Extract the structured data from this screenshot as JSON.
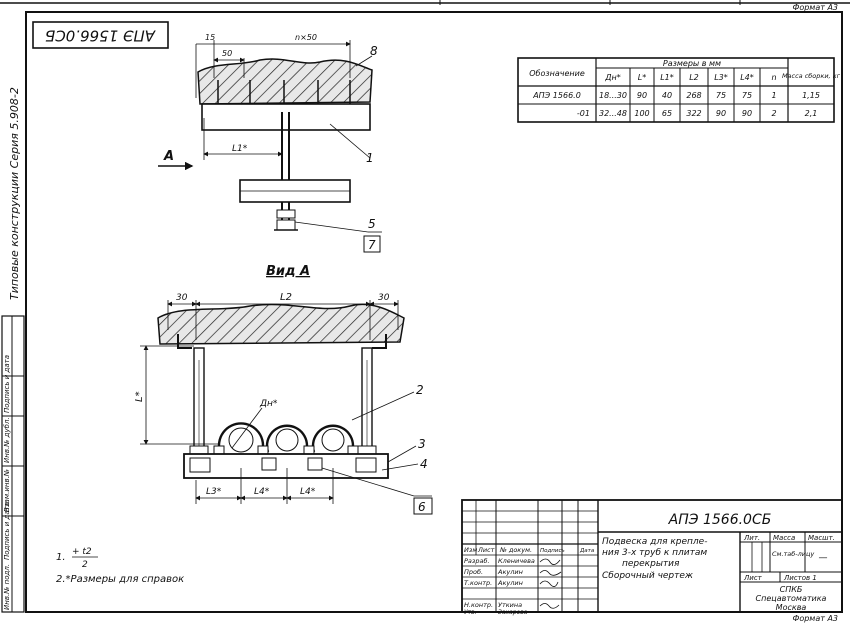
{
  "header": {
    "top_format": "Формат А3",
    "bottom_format": "Формат А3"
  },
  "stamp_box": "АПЭ 1566.0СБ",
  "series_side": "Типовые конструкции   Серия 5.908-2",
  "side_columns": [
    "Инв.№ подл.",
    "Подпись и дата",
    "Взам.инв.№",
    "Инв.№ дубл.",
    "Подпись и дата"
  ],
  "drawing": {
    "callouts": [
      "1",
      "2",
      "4",
      "5",
      "6",
      "7",
      "8"
    ],
    "dims_top": {
      "d15": "15",
      "d50": "50",
      "dn50": "n×50",
      "L1": "L1*"
    },
    "view_arrow": "А",
    "view_title": "Вид А",
    "dims_bottom": {
      "left30": "30",
      "right30": "30",
      "L2": "L2",
      "L": "L*",
      "Dn": "Дн*",
      "L3": "L3*",
      "L4a": "L4*",
      "L4b": "L4*"
    },
    "callout3": "3"
  },
  "table": {
    "header_designation": "Обозначение",
    "header_sizes": "Размеры в мм",
    "header_mass": "Масса сборки, кг",
    "columns": [
      "Дн*",
      "L*",
      "L1*",
      "L2",
      "L3*",
      "L4*",
      "n"
    ],
    "rows": [
      [
        "АПЭ 1566.0",
        "18...30",
        "90",
        "40",
        "268",
        "75",
        "75",
        "1",
        "1,15"
      ],
      [
        "-01",
        "32...48",
        "100",
        "65",
        "322",
        "90",
        "90",
        "2",
        "2,1"
      ]
    ]
  },
  "notes": {
    "n1_prefix": "1.",
    "n1_num": "+ t2",
    "n1_den": "2",
    "n2": "2.*Размеры для справок"
  },
  "titleblock": {
    "doc_code": "АПЭ 1566.0СБ",
    "title_lines": [
      "Подвеска для крепле-",
      "ния 3-х труб к плитам",
      "перекрытия",
      "Сборочный чертеж"
    ],
    "headers": [
      "Изм",
      "Лист",
      "№ докум.",
      "Подпись",
      "Дата"
    ],
    "roles": [
      {
        "role": "Разраб.",
        "name": "Кленичева"
      },
      {
        "role": "Проб.",
        "name": "Акулин"
      },
      {
        "role": "Т.контр.",
        "name": "Акулин"
      },
      {
        "role": "",
        "name": ""
      },
      {
        "role": "Н.контр.",
        "name": "Уткина"
      },
      {
        "role": "Утв.",
        "name": "Захарова"
      }
    ],
    "lit": "Лит.",
    "mass": "Масса",
    "scale": "Масшт.",
    "mass_value": "См.таб-лицу",
    "scale_value": "—",
    "sheet": "Лист",
    "sheets": "Листов 1",
    "org_line1": "СПКБ",
    "org_line2": "Спецавтоматика",
    "org_line3": "Москва"
  }
}
